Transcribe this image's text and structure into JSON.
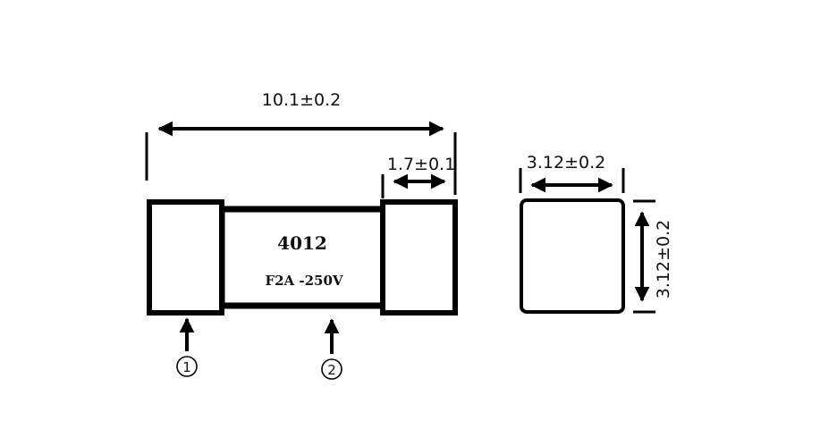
{
  "dimensions": {
    "overall_length": "10.1±0.2",
    "cap_length": "1.7±0.1",
    "end_width": "3.12±0.2",
    "end_height": "3.12±0.2"
  },
  "fuse_body": {
    "part_number": "4012",
    "rating": "F2A -250V"
  },
  "callouts": {
    "one": "1",
    "two": "2"
  }
}
